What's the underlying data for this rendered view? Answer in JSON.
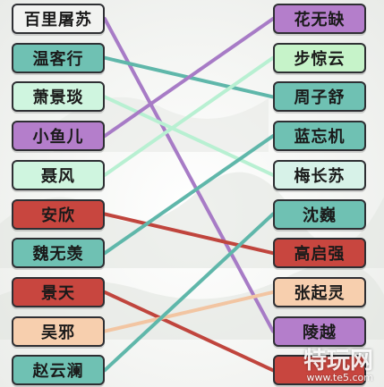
{
  "left_cards": [
    {
      "label": "百里屠苏",
      "color": "#f2f3f1"
    },
    {
      "label": "温客行",
      "color": "#6fc1b3"
    },
    {
      "label": "萧景琰",
      "color": "#cff5df"
    },
    {
      "label": "小鱼儿",
      "color": "#b47ecb"
    },
    {
      "label": "聂风",
      "color": "#cff5df"
    },
    {
      "label": "安欣",
      "color": "#c8463f"
    },
    {
      "label": "魏无羡",
      "color": "#6fc1b3"
    },
    {
      "label": "景天",
      "color": "#c8463f"
    },
    {
      "label": "吴邪",
      "color": "#f7cfae"
    },
    {
      "label": "赵云澜",
      "color": "#6fc1b3"
    }
  ],
  "right_cards": [
    {
      "label": "花无缺",
      "color": "#b47ecb"
    },
    {
      "label": "步惊云",
      "color": "#c6f3c9"
    },
    {
      "label": "周子舒",
      "color": "#6fc1b3"
    },
    {
      "label": "蓝忘机",
      "color": "#6fc1b3"
    },
    {
      "label": "梅长苏",
      "color": "#d7f2e8"
    },
    {
      "label": "沈巍",
      "color": "#6fc1b3"
    },
    {
      "label": "高启强",
      "color": "#c8463f"
    },
    {
      "label": "张起灵",
      "color": "#f7cfae"
    },
    {
      "label": "陵越",
      "color": "#b47ecb"
    },
    {
      "label": "",
      "color": "#c8463f"
    }
  ],
  "connections": [
    {
      "from": "百里屠苏",
      "to": "陵越",
      "color": "#a77bc6"
    },
    {
      "from": "温客行",
      "to": "周子舒",
      "color": "#5fb7aa"
    },
    {
      "from": "萧景琰",
      "to": "梅长苏",
      "color": "#b8f0d2"
    },
    {
      "from": "小鱼儿",
      "to": "花无缺",
      "color": "#a77bc6"
    },
    {
      "from": "聂风",
      "to": "步惊云",
      "color": "#b8f0d2"
    },
    {
      "from": "安欣",
      "to": "高启强",
      "color": "#c0453d"
    },
    {
      "from": "魏无羡",
      "to": "蓝忘机",
      "color": "#5fb7aa"
    },
    {
      "from": "景天",
      "to": "",
      "color": "#c0453d"
    },
    {
      "from": "吴邪",
      "to": "张起灵",
      "color": "#f2c5a2"
    },
    {
      "from": "赵云澜",
      "to": "沈巍",
      "color": "#5fb7aa"
    }
  ],
  "watermark": {
    "logo": "特玩网",
    "url": "www.te5.com"
  }
}
